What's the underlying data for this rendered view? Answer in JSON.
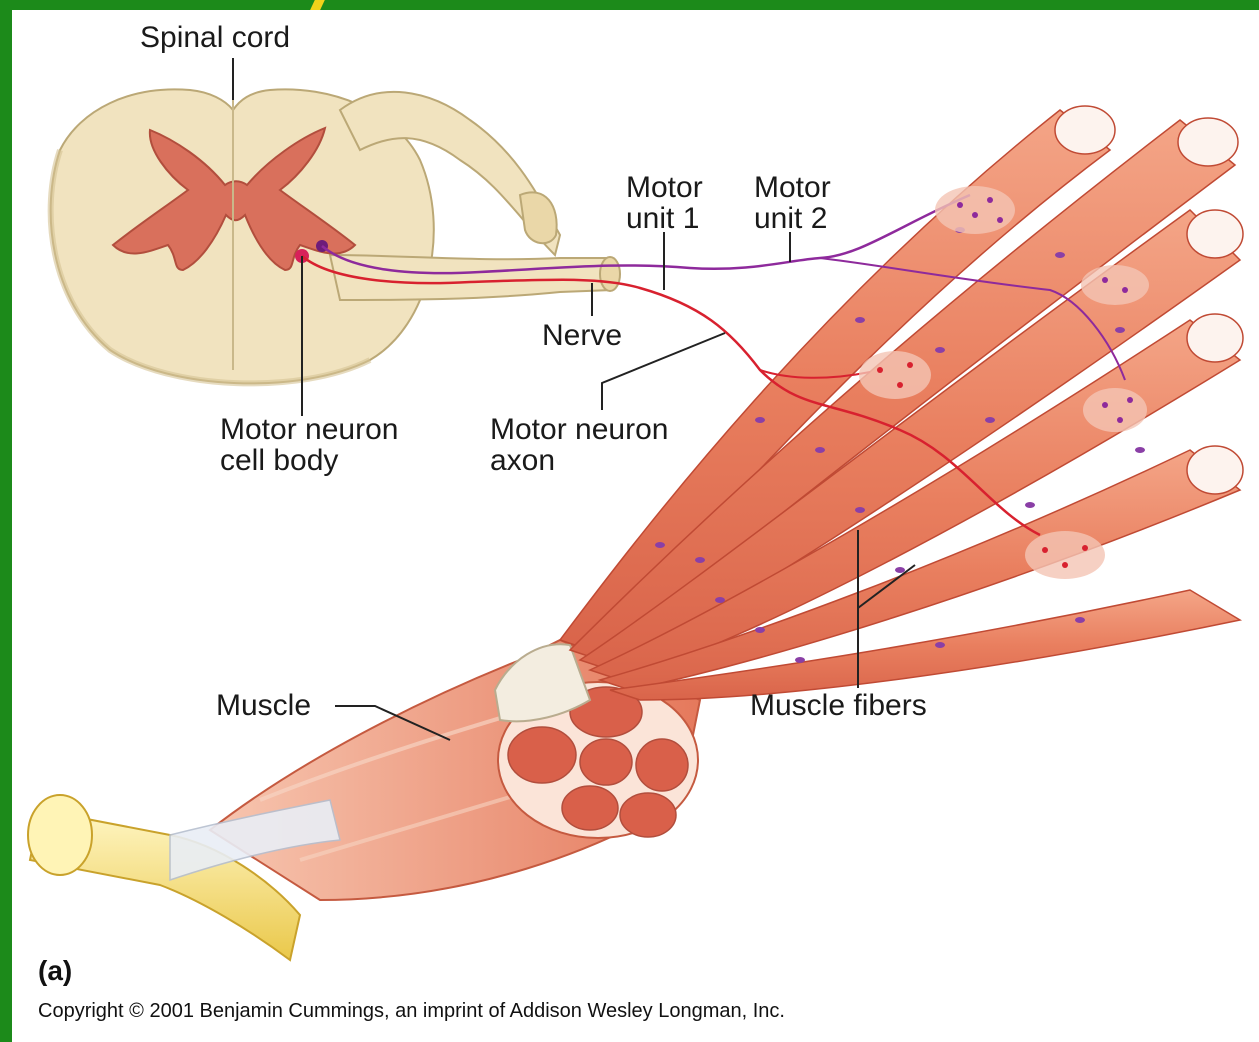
{
  "labels": {
    "spinal_cord": "Spinal cord",
    "motor_unit_1": "Motor\nunit 1",
    "motor_unit_2": "Motor\nunit 2",
    "nerve": "Nerve",
    "motor_neuron_cell_body": "Motor neuron\ncell body",
    "motor_neuron_axon": "Motor neuron\naxon",
    "muscle": "Muscle",
    "muscle_fibers": "Muscle fibers"
  },
  "panel_label": "(a)",
  "copyright": "Copyright © 2001 Benjamin Cummings, an imprint of Addison Wesley Longman, Inc.",
  "colors": {
    "slide_border": "#1c8a1a",
    "accent": "#f1d21a",
    "spinal_tissue": "#f1e3bf",
    "gray_matter": "#d9705c",
    "muscle_fiber": "#ec8a6a",
    "fiber_nucleus": "#8a3fa6",
    "motor_unit_1_axon": "#d8212f",
    "motor_unit_2_axon": "#8e2a9c",
    "tendon": "#f5df7a"
  },
  "icons": [
    "spinal-cord-illustration",
    "muscle-illustration",
    "tendon-illustration",
    "neuromuscular-junction-icon"
  ]
}
